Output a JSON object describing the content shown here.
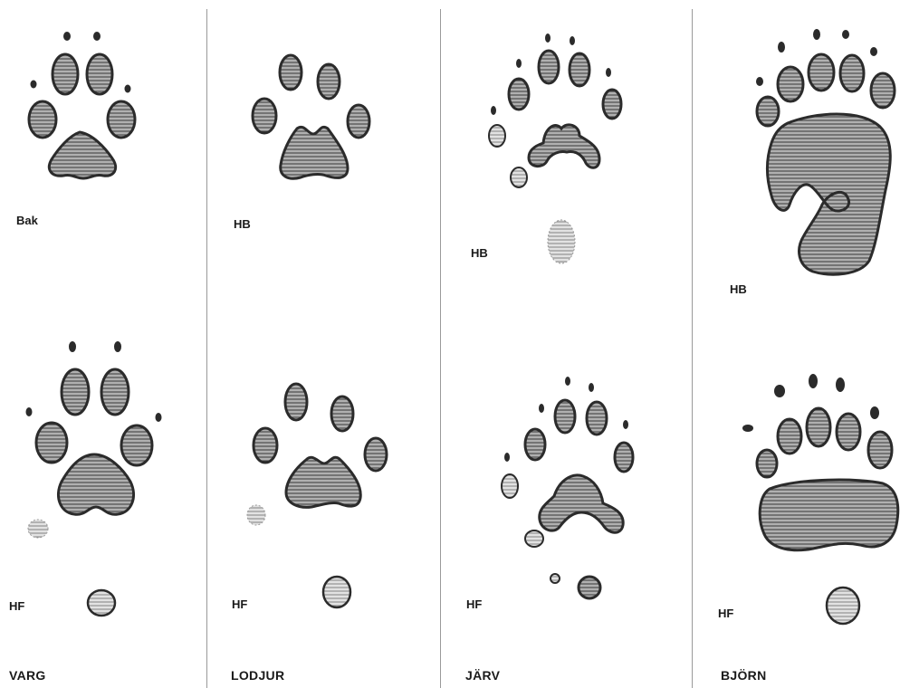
{
  "columns": [
    {
      "name": "VARG",
      "hind_label": "Bak",
      "front_label": "HF"
    },
    {
      "name": "LODJUR",
      "hind_label": "HB",
      "front_label": "HF"
    },
    {
      "name": "JÄRV",
      "hind_label": "HB",
      "front_label": "HF"
    },
    {
      "name": "BJÖRN",
      "hind_label": "HB",
      "front_label": "HF"
    }
  ],
  "style": {
    "outline": "#2b2b2b",
    "fill": "#8c8c8c",
    "background": "#ffffff"
  }
}
